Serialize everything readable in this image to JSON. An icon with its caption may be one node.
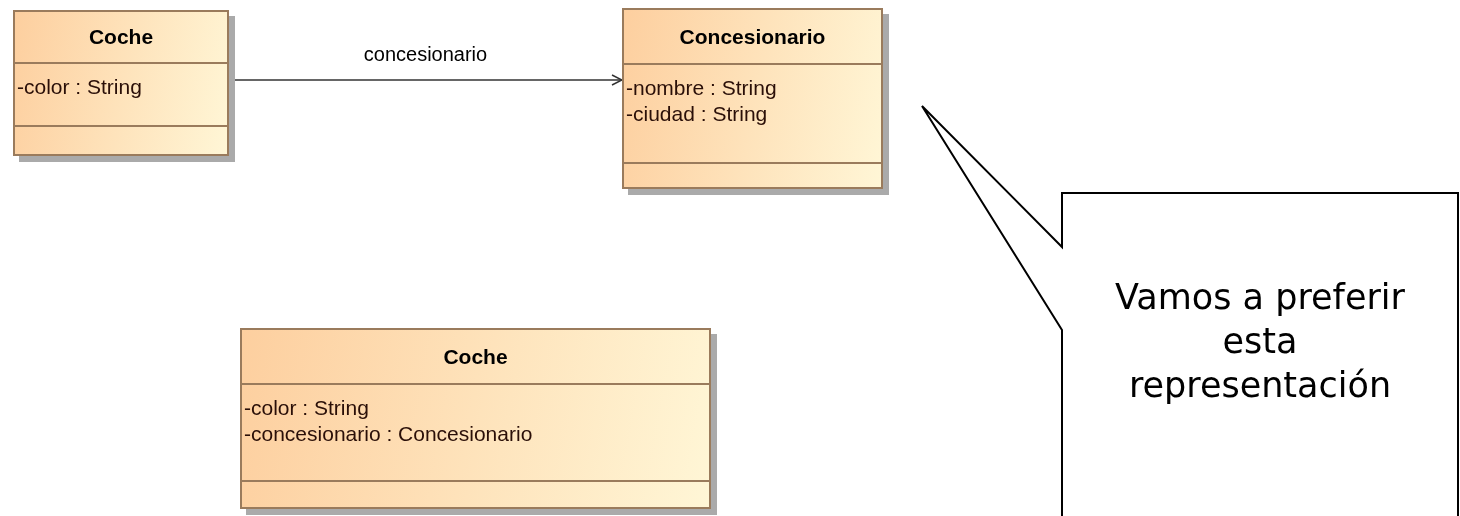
{
  "diagram": {
    "nodes": [
      {
        "text": [
          "Coche",
          "-color : String"
        ]
      },
      {
        "text": [
          "Concesionario",
          "-nombre : String",
          "-ciudad : String"
        ]
      },
      {
        "text": [
          "Coche",
          "-color : String",
          "-concesionario : Concesionario"
        ]
      },
      {
        "text": [
          "Vamos a preferir esta representación"
        ]
      }
    ],
    "edges": [
      {
        "from": 0,
        "to": 1,
        "arrow": "to",
        "label": "concesionario"
      }
    ]
  }
}
